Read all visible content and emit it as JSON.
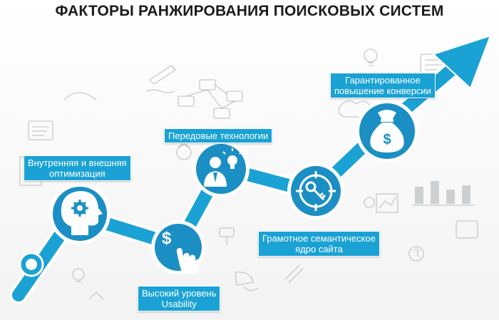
{
  "title": "ФАКТОРЫ РАНЖИРОВАНИЯ ПОИСКОВЫХ СИСТЕМ",
  "colors": {
    "accent": "#1aa2d4",
    "node_fill": "#1b8fc4",
    "ring": "#ffffff",
    "title": "#1b1b1b"
  },
  "factors": [
    {
      "label_lines": [
        "Внутренняя и внешняя",
        "оптимизация"
      ],
      "icon": "head-gear-icon"
    },
    {
      "label_lines": [
        "Высокий уровень",
        "Usability"
      ],
      "icon": "dollar-hand-cursor-icon"
    },
    {
      "label_lines": [
        "Передовые технологии"
      ],
      "icon": "person-lightbulb-icon"
    },
    {
      "label_lines": [
        "Грамотное семантическое",
        "ядро сайта"
      ],
      "icon": "target-key-icon"
    },
    {
      "label_lines": [
        "Гарантированное",
        "повышение конверсии"
      ],
      "icon": "money-bag-icon"
    }
  ]
}
